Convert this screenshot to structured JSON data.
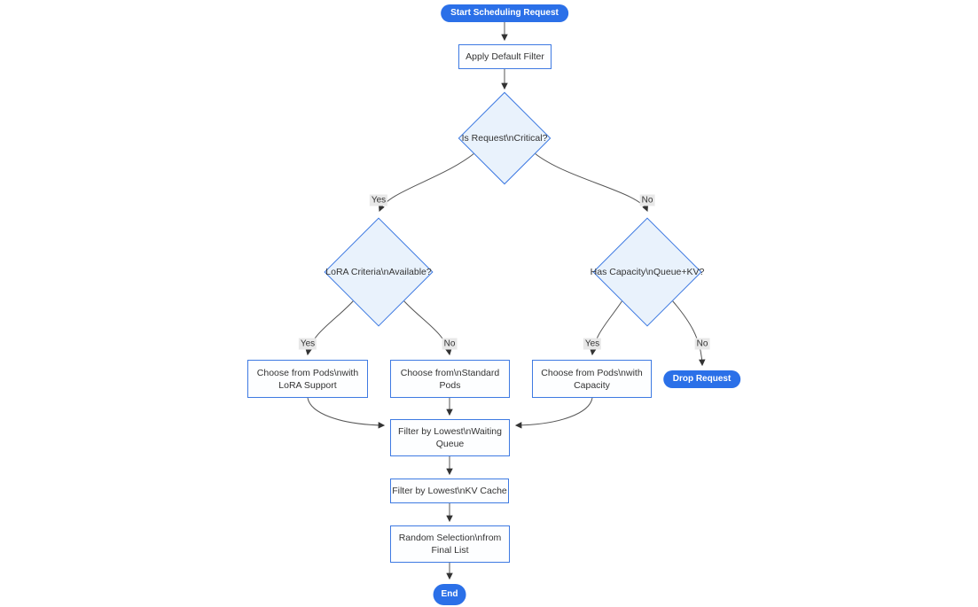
{
  "diagram": {
    "type": "flowchart",
    "colors": {
      "background": "#ffffff",
      "accent_fill": "#2b70e8",
      "accent_text": "#ffffff",
      "node_fill": "#fdfeff",
      "node_border": "#3e7ae2",
      "decision_fill": "#e9f2fc",
      "text": "#333333",
      "edge": "#555555",
      "edge_label_bg": "#e8e8e8"
    },
    "nodes": {
      "start": {
        "shape": "stadium",
        "lines": [
          "Start Scheduling Request"
        ]
      },
      "apply_filter": {
        "shape": "rect",
        "lines": [
          "Apply Default Filter"
        ]
      },
      "is_critical": {
        "shape": "diamond",
        "lines": [
          "Is Request\\nCritical?"
        ]
      },
      "lora_available": {
        "shape": "diamond",
        "lines": [
          "LoRA Criteria\\nAvailable?"
        ]
      },
      "has_capacity": {
        "shape": "diamond",
        "lines": [
          "Has Capacity\\nQueue+KV?"
        ]
      },
      "choose_lora": {
        "shape": "rect",
        "lines": [
          "Choose from Pods\\nwith",
          "LoRA Support"
        ]
      },
      "choose_standard": {
        "shape": "rect",
        "lines": [
          "Choose from\\nStandard",
          "Pods"
        ]
      },
      "choose_capacity": {
        "shape": "rect",
        "lines": [
          "Choose from Pods\\nwith",
          "Capacity"
        ]
      },
      "drop_request": {
        "shape": "stadium",
        "lines": [
          "Drop Request"
        ]
      },
      "filter_queue": {
        "shape": "rect",
        "lines": [
          "Filter by Lowest\\nWaiting",
          "Queue"
        ]
      },
      "filter_kv": {
        "shape": "rect",
        "lines": [
          "Filter by Lowest\\nKV Cache"
        ]
      },
      "random_selection": {
        "shape": "rect",
        "lines": [
          "Random Selection\\nfrom",
          "Final List"
        ]
      },
      "end": {
        "shape": "stadium",
        "lines": [
          "End"
        ]
      }
    },
    "edge_labels": {
      "critical_yes": "Yes",
      "critical_no": "No",
      "lora_yes": "Yes",
      "lora_no": "No",
      "capacity_yes": "Yes",
      "capacity_no": "No"
    }
  }
}
